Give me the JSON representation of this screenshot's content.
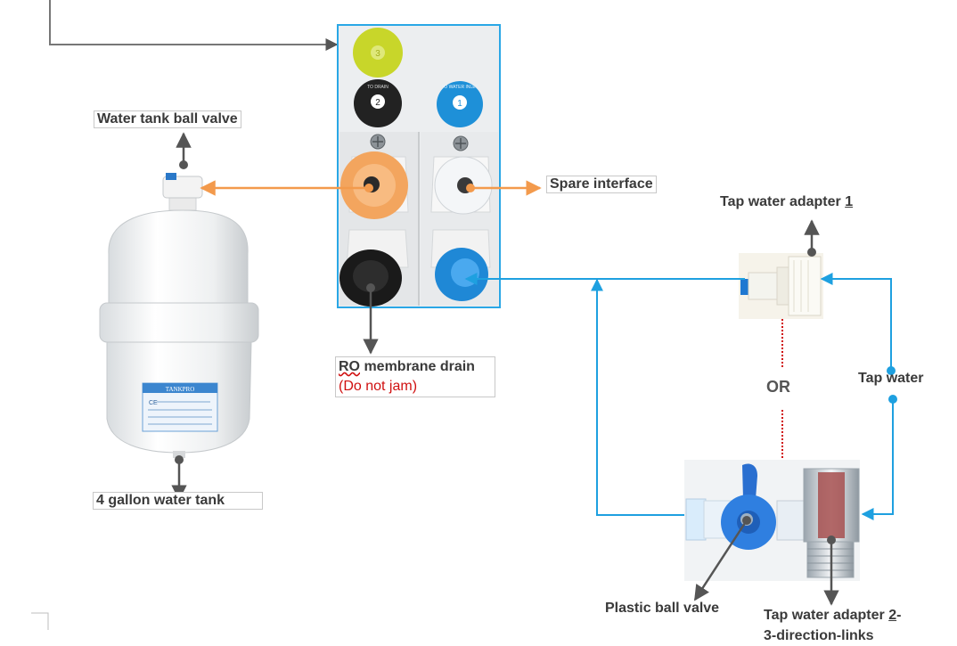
{
  "labels": {
    "tank_ball_valve": "Water tank ball valve",
    "spare_interface": "Spare interface",
    "tap_adapter_1_prefix": "Tap water adapter ",
    "tap_adapter_1_num": "1",
    "ro_prefix": "RO",
    "ro_rest": " membrane drain",
    "ro_note": "(Do not jam)",
    "or": "OR",
    "tap_water": "Tap water",
    "tank": "4 gallon water tank",
    "plastic_ball_valve": "Plastic ball valve",
    "tap_adapter_2_prefix": "Tap water adapter ",
    "tap_adapter_2_num": "2",
    "tap_adapter_2_suffix": "-",
    "tap_adapter_2_line2": "3-direction-links"
  },
  "panel": {
    "port_numbers": [
      "3",
      "2",
      "1"
    ],
    "port_texts": [
      "TO DRAIN",
      "TO WATER INLET"
    ]
  },
  "tank_sticker": {
    "brand": "TANKPRO",
    "mark": "CE"
  },
  "colors": {
    "orange": "#f39a4c",
    "blue": "#1ea0e0",
    "dark": "#555555",
    "red": "#d01010",
    "port_yellow": "#c8d62a",
    "port_black": "#222222",
    "port_blue": "#1e90d8"
  },
  "icons": [
    "lock-screw-icon"
  ]
}
